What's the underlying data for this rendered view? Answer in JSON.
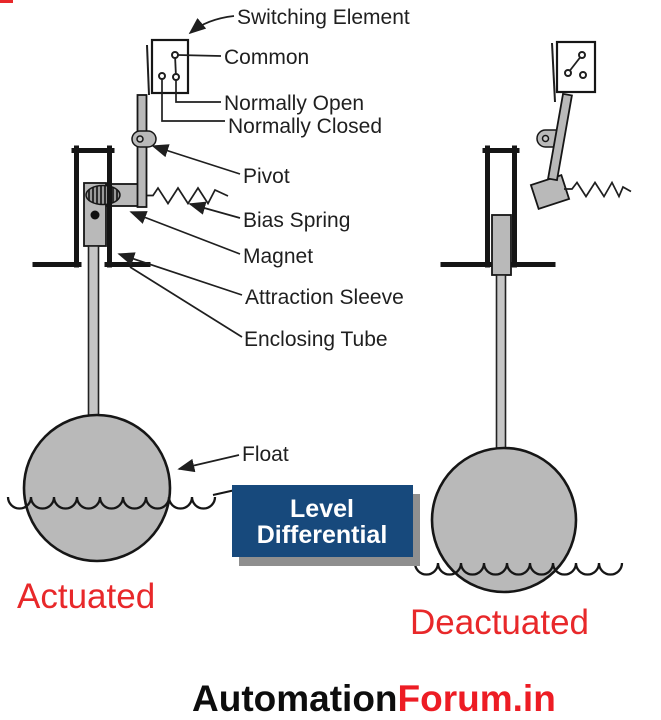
{
  "diagram": {
    "type": "magnetic-float-level-switch",
    "left_state_label": "Actuated",
    "right_state_label": "Deactuated",
    "callouts": {
      "switching_element": "Switching Element",
      "common": "Common",
      "normally_open": "Normally Open",
      "normally_closed": "Normally Closed",
      "pivot": "Pivot",
      "bias_spring": "Bias Spring",
      "magnet": "Magnet",
      "attraction_sleeve": "Attraction Sleeve",
      "enclosing_tube": "Enclosing Tube",
      "float": "Float"
    },
    "level_differential_box": {
      "line1": "Level",
      "line2": "Differential"
    }
  },
  "branding": {
    "black_part": "Automation",
    "red_part": "Forum.in"
  },
  "colors": {
    "callout_text": "#1f1f1f",
    "state_text_red": "#e8282a",
    "brand_black": "#0d0d0d",
    "brand_red": "#ed1c24",
    "box_blue": "#17497c",
    "box_shadow_gray": "#8f8f8f",
    "box_text_white": "#ffffff",
    "float_gray": "#b9b9b9",
    "line_black": "#151515"
  }
}
